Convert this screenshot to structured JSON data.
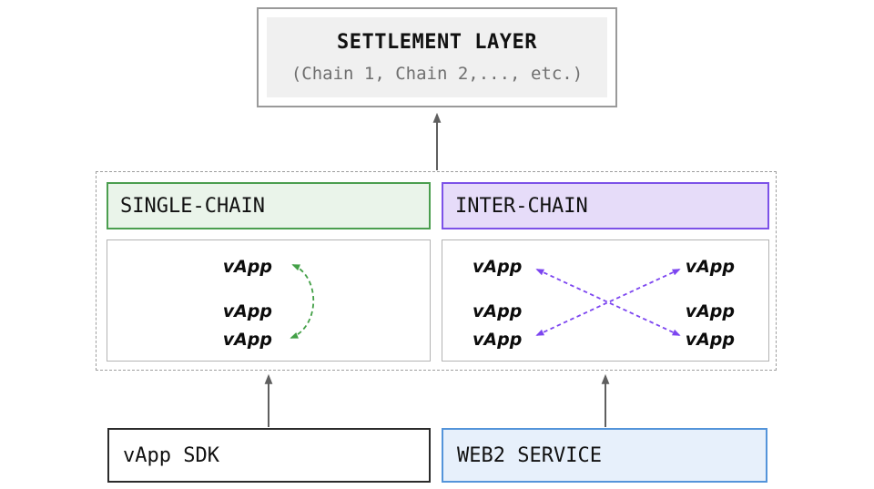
{
  "diagram": {
    "settlement": {
      "title": "SETTLEMENT LAYER",
      "subtitle": "(Chain 1, Chain 2,..., etc.)"
    },
    "single_chain": {
      "label": "SINGLE-CHAIN",
      "apps": [
        "vApp",
        "vApp",
        "vApp"
      ]
    },
    "inter_chain": {
      "label": "INTER-CHAIN",
      "left_apps": [
        "vApp",
        "vApp",
        "vApp"
      ],
      "right_apps": [
        "vApp",
        "vApp",
        "vApp"
      ]
    },
    "sources": {
      "sdk_label": "vApp SDK",
      "web2_label": "WEB2 SERVICE"
    },
    "colors": {
      "single_chain_accent": "#4b9e4f",
      "single_chain_fill": "#eaf4ea",
      "inter_chain_accent": "#7c52e8",
      "inter_chain_fill": "#e6dcf9",
      "web2_accent": "#5494da",
      "web2_fill": "#e7f0fb",
      "sdk_border": "#2b2b2b",
      "settlement_fill": "#f0f0f0",
      "settlement_border": "#9a9a9a",
      "container_dashed_border": "#9e9e9e",
      "connector_arrow_gray": "#5f5f5f",
      "loop_arrow_green": "#43a047",
      "cross_arrow_purple": "#7c45f0"
    }
  }
}
